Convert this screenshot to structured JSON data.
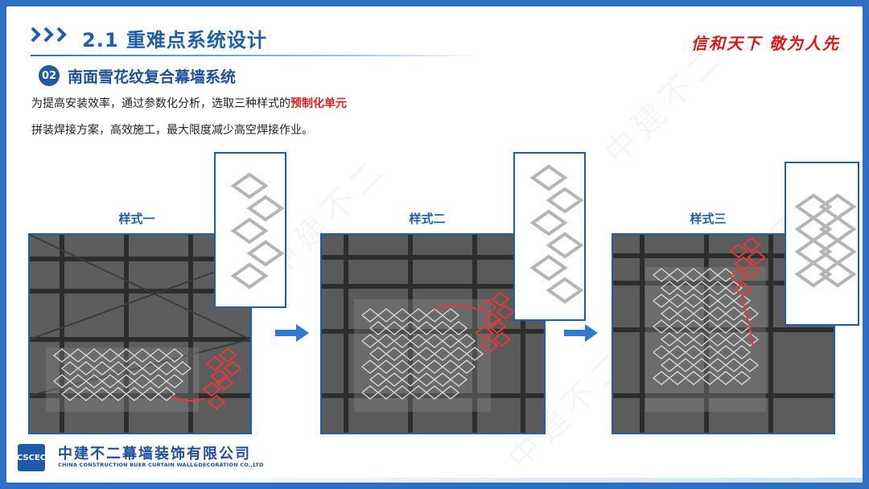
{
  "header": {
    "title": "2.1 重难点系统设计",
    "slogan": "信和天下 敬为人先",
    "chevron_icon": "triple-chevron-right-icon"
  },
  "section": {
    "number": "02",
    "title": "南面雪花纹复合幕墙系统"
  },
  "description": {
    "line1_prefix": "为提高安装效率，通过参数化分析，选取三种样式的",
    "line1_highlight": "预制化单元",
    "line2": "拼装焊接方案，高效施工，最大限度减少高空焊接作业。"
  },
  "styles": [
    {
      "label": "样式一"
    },
    {
      "label": "样式二"
    },
    {
      "label": "样式三"
    }
  ],
  "flow_arrows": [
    "arrow-right-icon",
    "arrow-right-icon"
  ],
  "footer": {
    "logo_text": "CSCEC",
    "company_zh": "中建不二幕墙装饰有限公司",
    "company_en": "CHINA CONSTRUCTION BUER CURTAIN WALL&DECORATION CO.,LTD"
  },
  "watermark_text": "中建不二",
  "colors": {
    "brand_blue": "#1f5fa8",
    "highlight_red": "#e02020",
    "slogan_red": "#d31b1b"
  }
}
